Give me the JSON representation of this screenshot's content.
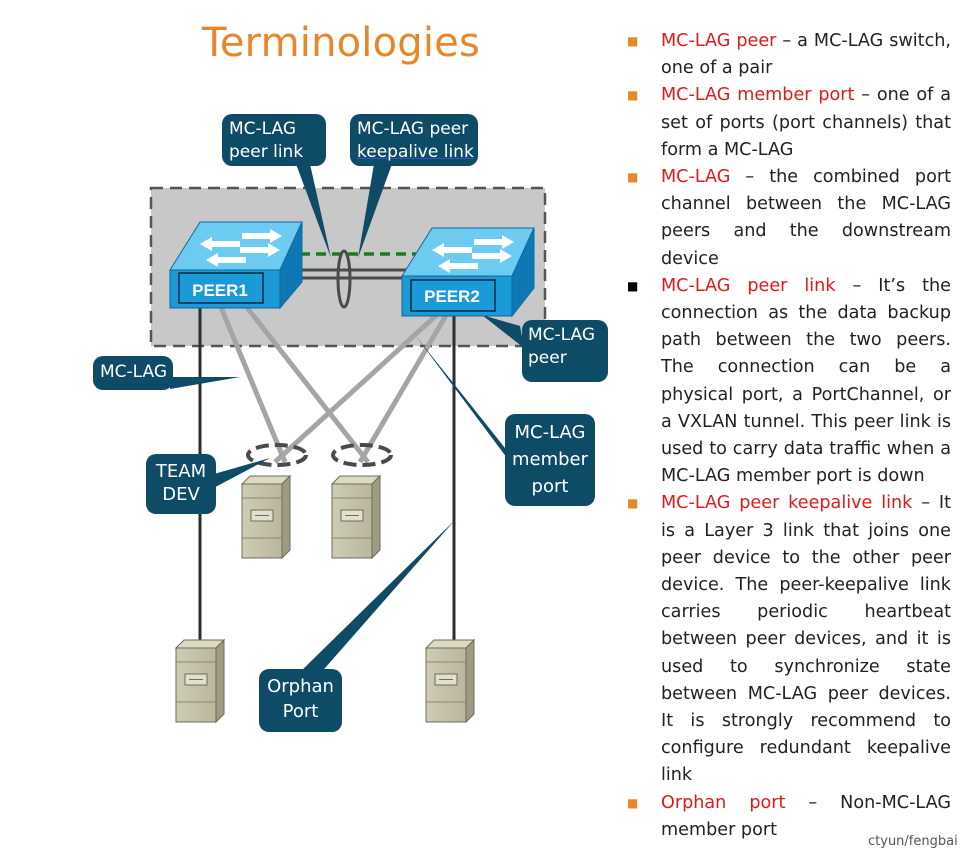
{
  "title": "Terminologies",
  "credit": "ctyun/fengbai",
  "diagram": {
    "peer1_label": "PEER1",
    "peer2_label": "PEER2",
    "callouts": {
      "peer_link": [
        "MC-LAG",
        "peer link"
      ],
      "keepalive": [
        "MC-LAG peer",
        "keepalive link"
      ],
      "mclag_peer": [
        "MC-LAG",
        "peer"
      ],
      "mclag": [
        "MC-LAG"
      ],
      "team_dev": [
        "TEAM",
        "DEV"
      ],
      "member_port": [
        "MC-LAG",
        "member",
        "port"
      ],
      "orphan": [
        "Orphan",
        "Port"
      ]
    }
  },
  "definitions": [
    {
      "term": "MC-LAG peer",
      "text": " – a MC-LAG switch, one of a pair"
    },
    {
      "term": "MC-LAG member port",
      "text": " – one of a set of ports (port channels) that form a MC-LAG"
    },
    {
      "term": "MC-LAG",
      "text": " – the combined port channel between the MC-LAG peers and the downstream device"
    },
    {
      "term": "MC-LAG peer link",
      "text": " – It’s the connection as the data backup path between the two peers. The connection can be a physical port, a PortChannel, or a VXLAN tunnel. This peer link is used to carry data traffic when a MC-LAG member port is down"
    },
    {
      "term": "MC-LAG peer keepalive link",
      "text": " – It is a Layer 3 link that joins one peer device to the other peer device. The peer-keepalive link carries periodic heartbeat between peer devices, and it is used to synchronize state between MC-LAG peer devices. It is strongly recommend to configure redundant keepalive link"
    },
    {
      "term": "Orphan port",
      "text": " – Non-MC-LAG member port"
    }
  ],
  "colors": {
    "title": "#e8862a",
    "term": "#e01a1a",
    "callout_bg": "#0e4b67",
    "switch_blue": "#1a9ad6",
    "bullet": "#e8862a"
  }
}
